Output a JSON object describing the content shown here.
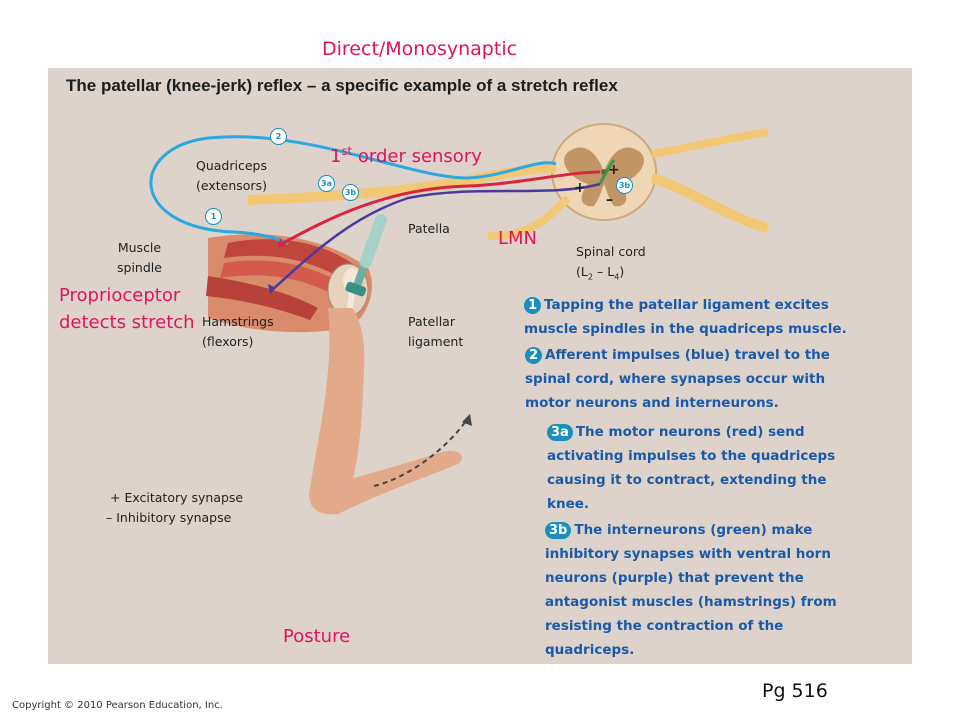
{
  "header_note": "Direct/Monosynaptic",
  "panel_title": "The patellar (knee-jerk) reflex – a specific example of a stretch reflex",
  "labels": {
    "quadriceps": "Quadriceps",
    "quadriceps_sub": "(extensors)",
    "muscle_spindle_1": "Muscle",
    "muscle_spindle_2": "spindle",
    "patella": "Patella",
    "spinal_cord_1": "Spinal cord",
    "spinal_cord_2_pre": "(L",
    "spinal_cord_2_sub1": "2",
    "spinal_cord_2_mid": " – L",
    "spinal_cord_2_sub2": "4",
    "spinal_cord_2_post": ")",
    "hamstrings": "Hamstrings",
    "hamstrings_sub": "(flexors)",
    "patellar_ligament_1": "Patellar",
    "patellar_ligament_2": "ligament",
    "excitatory": "+ Excitatory synapse",
    "inhibitory": "– Inhibitory synapse",
    "plus_sign": "+",
    "minus_sign": "–"
  },
  "annotations": {
    "first_order_pre": "1",
    "first_order_sup": "st",
    "first_order_post": " order sensory",
    "lmn": "LMN",
    "proprioceptor_1": "Proprioceptor",
    "proprioceptor_2": "detects stretch",
    "posture": "Posture",
    "page_ref": "Pg 516"
  },
  "diagram_markers": {
    "m1": "1",
    "m2": "2",
    "m3a": "3a",
    "m3b": "3b",
    "m3b_cord": "3b"
  },
  "steps": [
    {
      "badge": "1",
      "text": "Tapping the patellar ligament excites muscle spindles in the quadriceps muscle."
    },
    {
      "badge": "2",
      "text": "Afferent impulses (blue) travel to the spinal cord, where synapses occur with motor neurons and interneurons."
    },
    {
      "badge": "3a",
      "text": "The motor neurons (red) send activating impulses to the quadriceps causing it to contract, extending the knee."
    },
    {
      "badge": "3b",
      "text": "The interneurons (green) make inhibitory synapses with ventral horn neurons (purple) that prevent the antagonist muscles (hamstrings) from resisting the contraction of the quadriceps."
    }
  ],
  "copyright": "Copyright © 2010 Pearson Education, Inc.",
  "colors": {
    "panel_bg": "#ddd3cb",
    "annotation_red": "#e0135f",
    "step_text_blue": "#1a5aa8",
    "afferent_blue": "#2aa8e0",
    "motor_red": "#d7263d",
    "interneuron_green": "#2e9b4f",
    "ventral_purple": "#4a3aa0"
  }
}
